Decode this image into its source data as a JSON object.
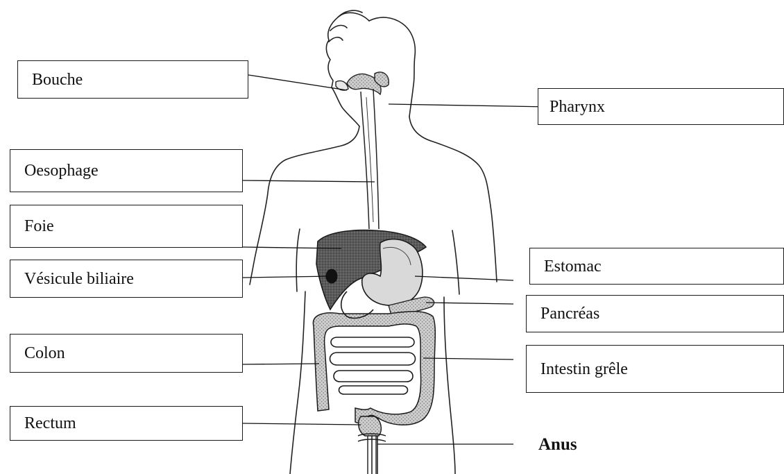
{
  "labels": {
    "bouche": "Bouche",
    "pharynx": "Pharynx",
    "oesophage": "Oesophage",
    "foie": "Foie",
    "vesicule": "Vésicule biliaire",
    "estomac": "Estomac",
    "pancreas": "Pancréas",
    "colon": "Colon",
    "intestin": "Intestin grêle",
    "rectum": "Rectum",
    "anus": "Anus"
  }
}
